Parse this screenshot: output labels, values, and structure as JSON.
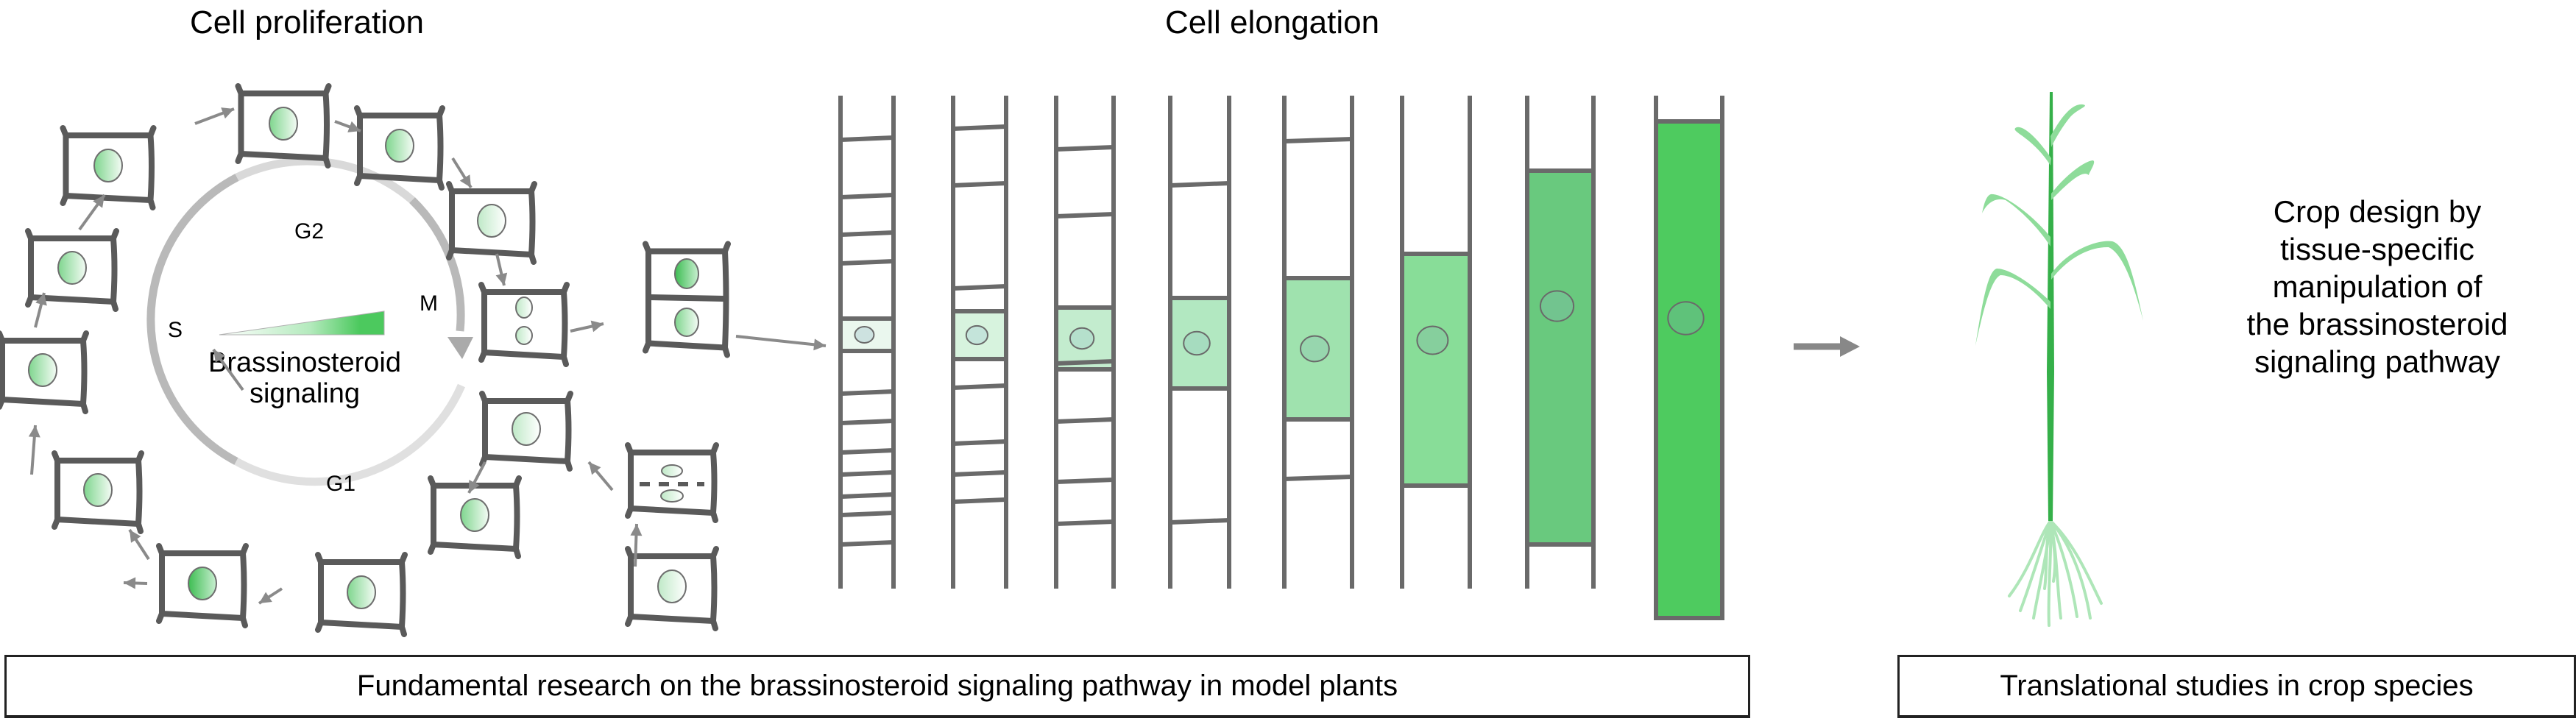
{
  "titles": {
    "proliferation": "Cell proliferation",
    "elongation": "Cell elongation"
  },
  "cell_cycle": {
    "phases": [
      "G2",
      "M",
      "G1",
      "S"
    ],
    "center_label_line1": "Brassinosteroid",
    "center_label_line2": "signaling",
    "gradient_colors": [
      "#ffffff",
      "#4cc95e"
    ]
  },
  "elongation": {
    "file_count": 8,
    "highlight_fill_colors": [
      "#eaf7ee",
      "#d7f3de",
      "#c3ecce",
      "#b2e8c1",
      "#9fe2ae",
      "#88dd98",
      "#69c97e",
      "#4ecb5f"
    ],
    "nucleus_colors": [
      "#cde2e0",
      "#c4e4da",
      "#b5e0cc",
      "#a6dcbf",
      "#97d6ae",
      "#86cf9d",
      "#72c48f",
      "#5fc27a"
    ]
  },
  "crop": {
    "description_lines": [
      "Crop design by",
      "tissue-specific",
      "manipulation of",
      "the brassinosteroid",
      "signaling pathway"
    ],
    "stem_color": "#35b049",
    "leaf_color": "#8edc9a",
    "root_color": "#aee6b8"
  },
  "footer": {
    "left_label": "Fundamental research on the brassinosteroid signaling pathway in model plants",
    "right_label": "Translational studies in crop species"
  },
  "icons": {
    "flow_arrow": "right-arrow-icon"
  }
}
